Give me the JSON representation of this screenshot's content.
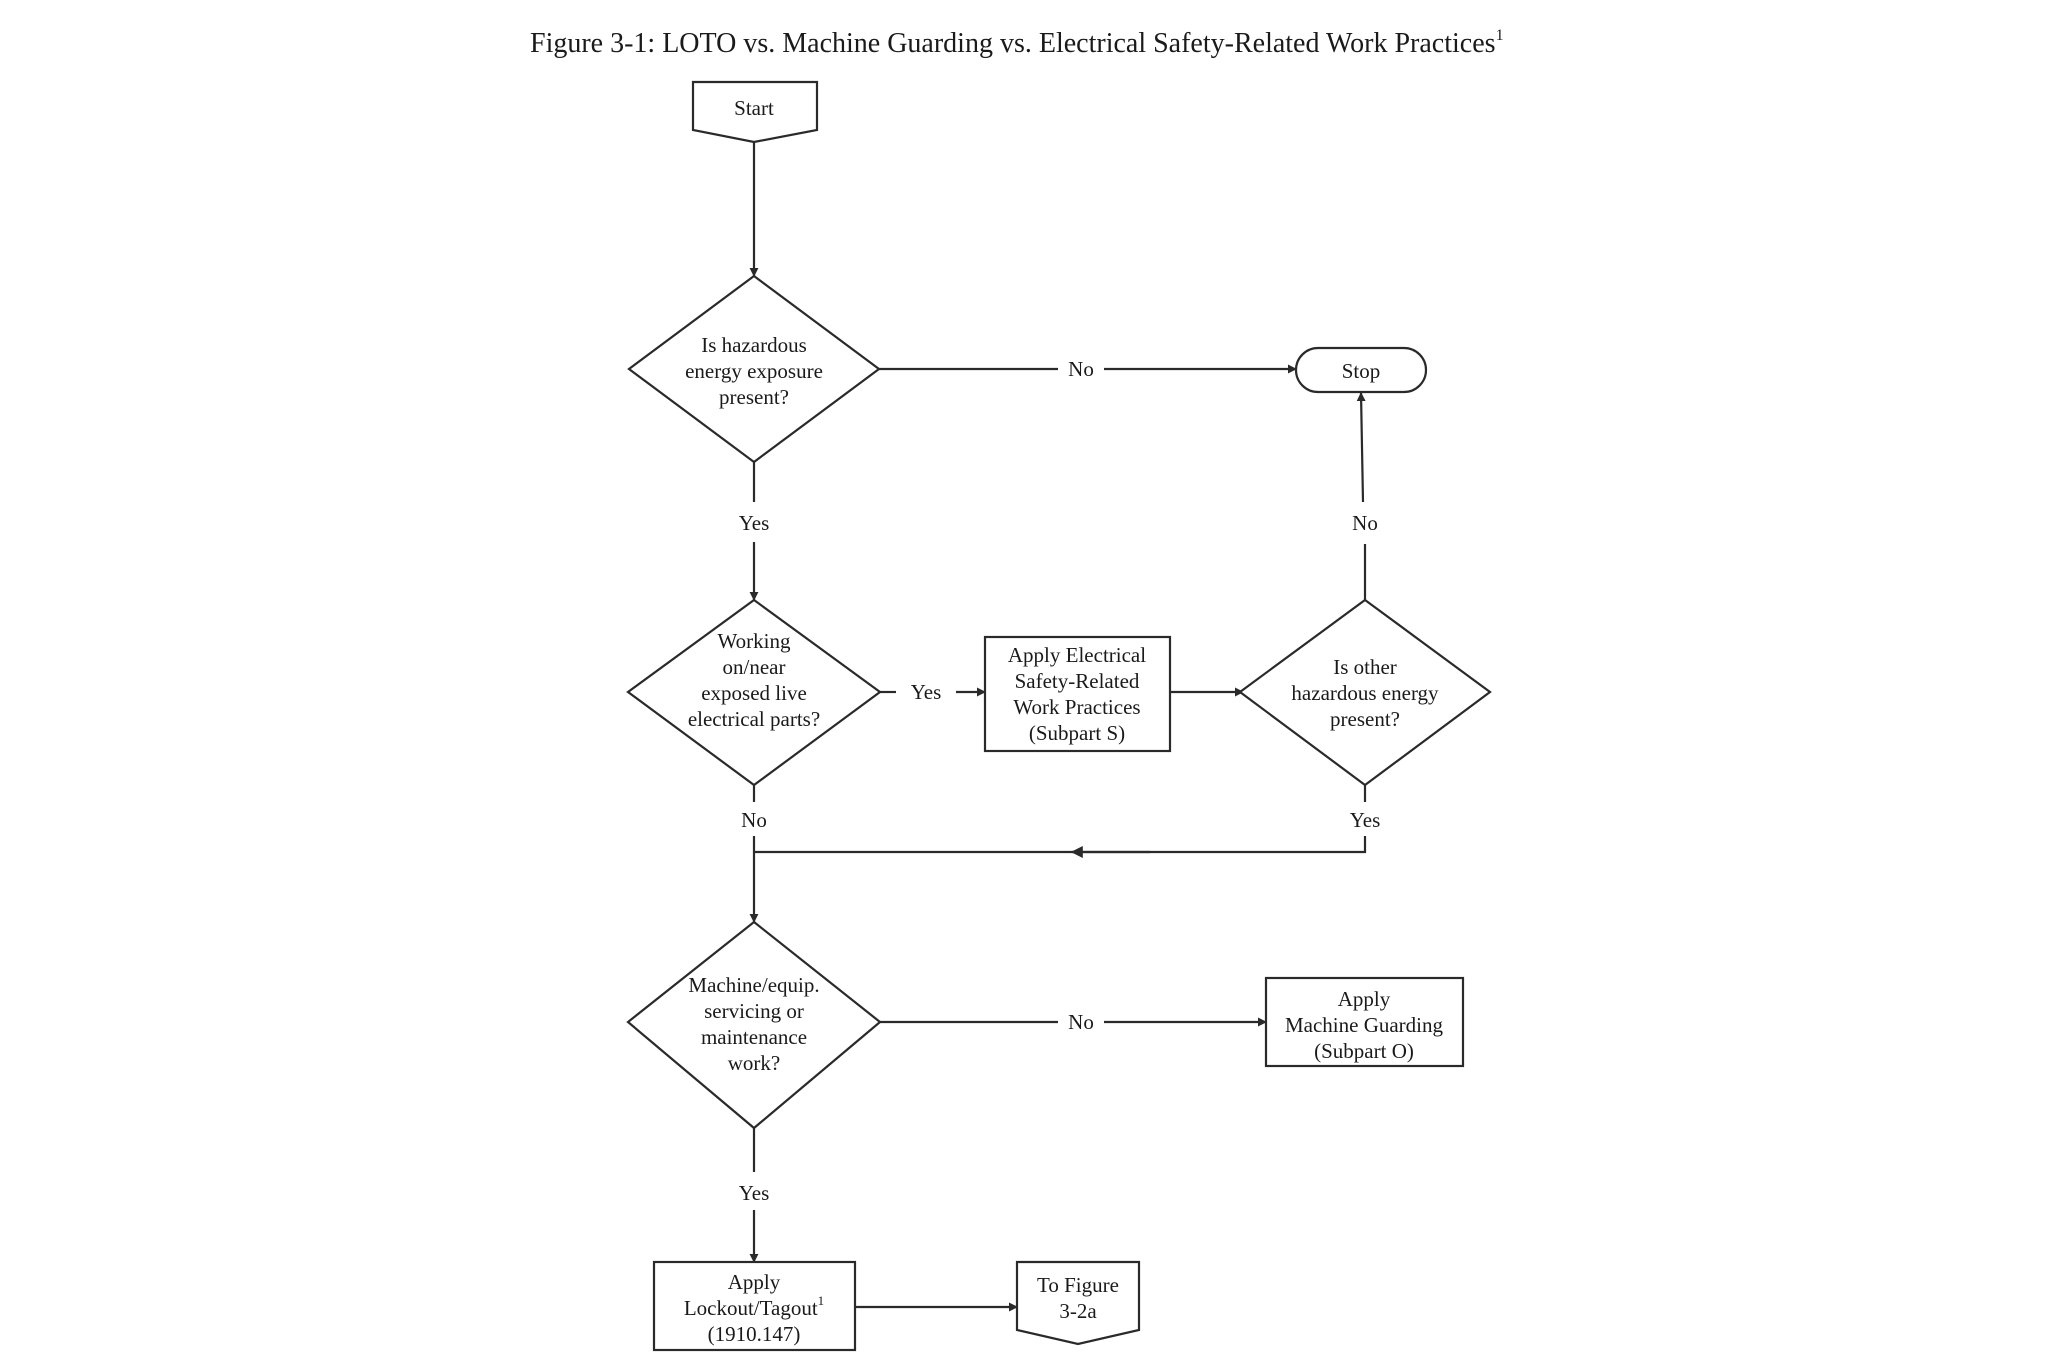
{
  "title": {
    "text": "Figure 3-1:  LOTO vs. Machine Guarding vs. Electrical Safety-Related Work Practices",
    "superscript": "1"
  },
  "nodes": {
    "start": {
      "lines": [
        "Start"
      ]
    },
    "q_hazard": {
      "lines": [
        "Is hazardous",
        "energy exposure",
        "present?"
      ]
    },
    "stop": {
      "lines": [
        "Stop"
      ]
    },
    "q_live": {
      "lines": [
        "Working",
        "on/near",
        "exposed live",
        "electrical parts?"
      ]
    },
    "apply_electrical": {
      "lines": [
        "Apply Electrical",
        "Safety-Related",
        "Work Practices",
        "(Subpart S)"
      ]
    },
    "q_other": {
      "lines": [
        "Is other",
        "hazardous energy",
        "present?"
      ]
    },
    "q_servicing": {
      "lines": [
        "Machine/equip.",
        "servicing or",
        "maintenance",
        "work?"
      ]
    },
    "apply_guarding": {
      "lines": [
        "Apply",
        "Machine Guarding",
        "(Subpart O)"
      ]
    },
    "apply_loto": {
      "lines": [
        "Apply",
        "Lockout/Tagout",
        "(1910.147)"
      ],
      "superscript": "1"
    },
    "to_figure": {
      "lines": [
        "To Figure",
        "3-2a"
      ]
    }
  },
  "edge_labels": {
    "hazard_no": "No",
    "hazard_yes": "Yes",
    "live_yes": "Yes",
    "live_no": "No",
    "other_no": "No",
    "other_yes": "Yes",
    "servicing_no": "No",
    "servicing_yes": "Yes"
  },
  "colors": {
    "line": "#2a2a2a",
    "text": "#1a1a1a",
    "background": "#ffffff"
  }
}
